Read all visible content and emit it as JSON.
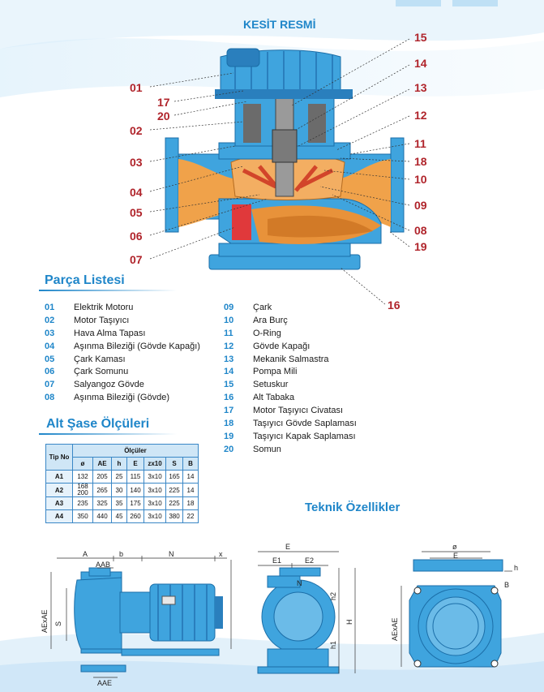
{
  "header": {
    "title": "KESİT RESMİ"
  },
  "callouts": {
    "left": [
      "01",
      "17",
      "20",
      "02",
      "03",
      "04",
      "05",
      "06",
      "07"
    ],
    "right": [
      "15",
      "14",
      "13",
      "12",
      "11",
      "18",
      "10",
      "09",
      "08",
      "19"
    ],
    "bottom": "16"
  },
  "parts_list": {
    "title": "Parça Listesi",
    "col1": [
      {
        "num": "01",
        "name": "Elektrik Motoru"
      },
      {
        "num": "02",
        "name": "Motor Taşıyıcı"
      },
      {
        "num": "03",
        "name": "Hava Alma Tapası"
      },
      {
        "num": "04",
        "name": "Aşınma Bileziği (Gövde Kapağı)"
      },
      {
        "num": "05",
        "name": "Çark Kaması"
      },
      {
        "num": "06",
        "name": "Çark Somunu"
      },
      {
        "num": "07",
        "name": "Salyangoz Gövde"
      },
      {
        "num": "08",
        "name": "Aşınma Bileziği (Gövde)"
      }
    ],
    "col2": [
      {
        "num": "09",
        "name": "Çark"
      },
      {
        "num": "10",
        "name": "Ara Burç"
      },
      {
        "num": "11",
        "name": "O-Ring"
      },
      {
        "num": "12",
        "name": "Gövde Kapağı"
      },
      {
        "num": "13",
        "name": "Mekanik Salmastra"
      },
      {
        "num": "14",
        "name": "Pompa Mili"
      },
      {
        "num": "15",
        "name": "Setuskur"
      },
      {
        "num": "16",
        "name": "Alt Tabaka"
      },
      {
        "num": "17",
        "name": "Motor Taşıyıcı Civatası"
      },
      {
        "num": "18",
        "name": "Taşıyıcı Gövde Saplaması"
      },
      {
        "num": "19",
        "name": "Taşıyıcı Kapak Saplaması"
      },
      {
        "num": "20",
        "name": "Somun"
      }
    ]
  },
  "chassis": {
    "title": "Alt Şase Ölçüleri",
    "tip_header": "Tip No",
    "group_header": "Ölçüler",
    "columns": [
      "ø",
      "AE",
      "h",
      "E",
      "zx10",
      "S",
      "B"
    ],
    "rows": [
      {
        "tip": "A1",
        "values": [
          "132",
          "205",
          "25",
          "115",
          "3x10",
          "165",
          "14"
        ]
      },
      {
        "tip": "A2",
        "values": [
          "168\n200",
          "265",
          "30",
          "140",
          "3x10",
          "225",
          "14"
        ]
      },
      {
        "tip": "A3",
        "values": [
          "235",
          "325",
          "35",
          "175",
          "3x10",
          "225",
          "18"
        ]
      },
      {
        "tip": "A4",
        "values": [
          "350",
          "440",
          "45",
          "260",
          "3x10",
          "380",
          "22"
        ]
      }
    ]
  },
  "tech": {
    "title": "Teknik Özellikler"
  },
  "drawing_labels": {
    "side": {
      "A": "A",
      "b": "b",
      "N": "N",
      "x": "x",
      "AAB": "AAB",
      "AAE": "AAE",
      "S": "S",
      "AExAE": "AExAE"
    },
    "front": {
      "E": "E",
      "E1": "E1",
      "E2": "E2",
      "h2": "h2",
      "h1": "h1",
      "H": "H",
      "N": "N"
    },
    "base": {
      "o": "ø",
      "E": "E",
      "h": "h",
      "B": "B",
      "AExAE": "AExAE"
    }
  },
  "colors": {
    "brand_blue": "#1f86c9",
    "callout_red": "#b0242b",
    "pump_blue": "#3fa4de",
    "volute_orange": "#f0a24a"
  }
}
